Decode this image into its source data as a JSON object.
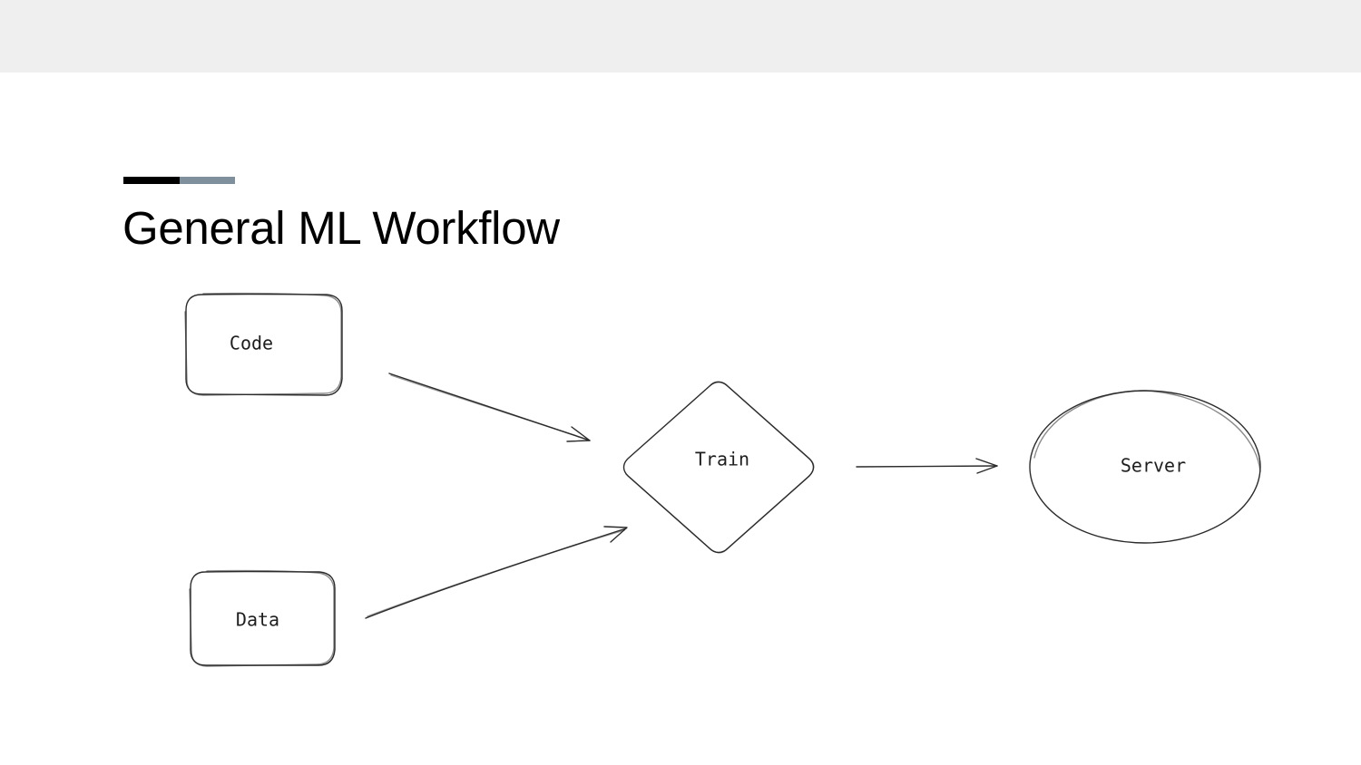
{
  "slide": {
    "title": "General ML Workflow",
    "accent_colors": [
      "#000000",
      "#7f8f9b"
    ]
  },
  "diagram": {
    "nodes": [
      {
        "id": "code",
        "label": "Code",
        "shape": "rounded-rectangle"
      },
      {
        "id": "data",
        "label": "Data",
        "shape": "rounded-rectangle"
      },
      {
        "id": "train",
        "label": "Train",
        "shape": "diamond"
      },
      {
        "id": "server",
        "label": "Server",
        "shape": "ellipse"
      }
    ],
    "edges": [
      {
        "from": "code",
        "to": "train"
      },
      {
        "from": "data",
        "to": "train"
      },
      {
        "from": "train",
        "to": "server"
      }
    ]
  }
}
